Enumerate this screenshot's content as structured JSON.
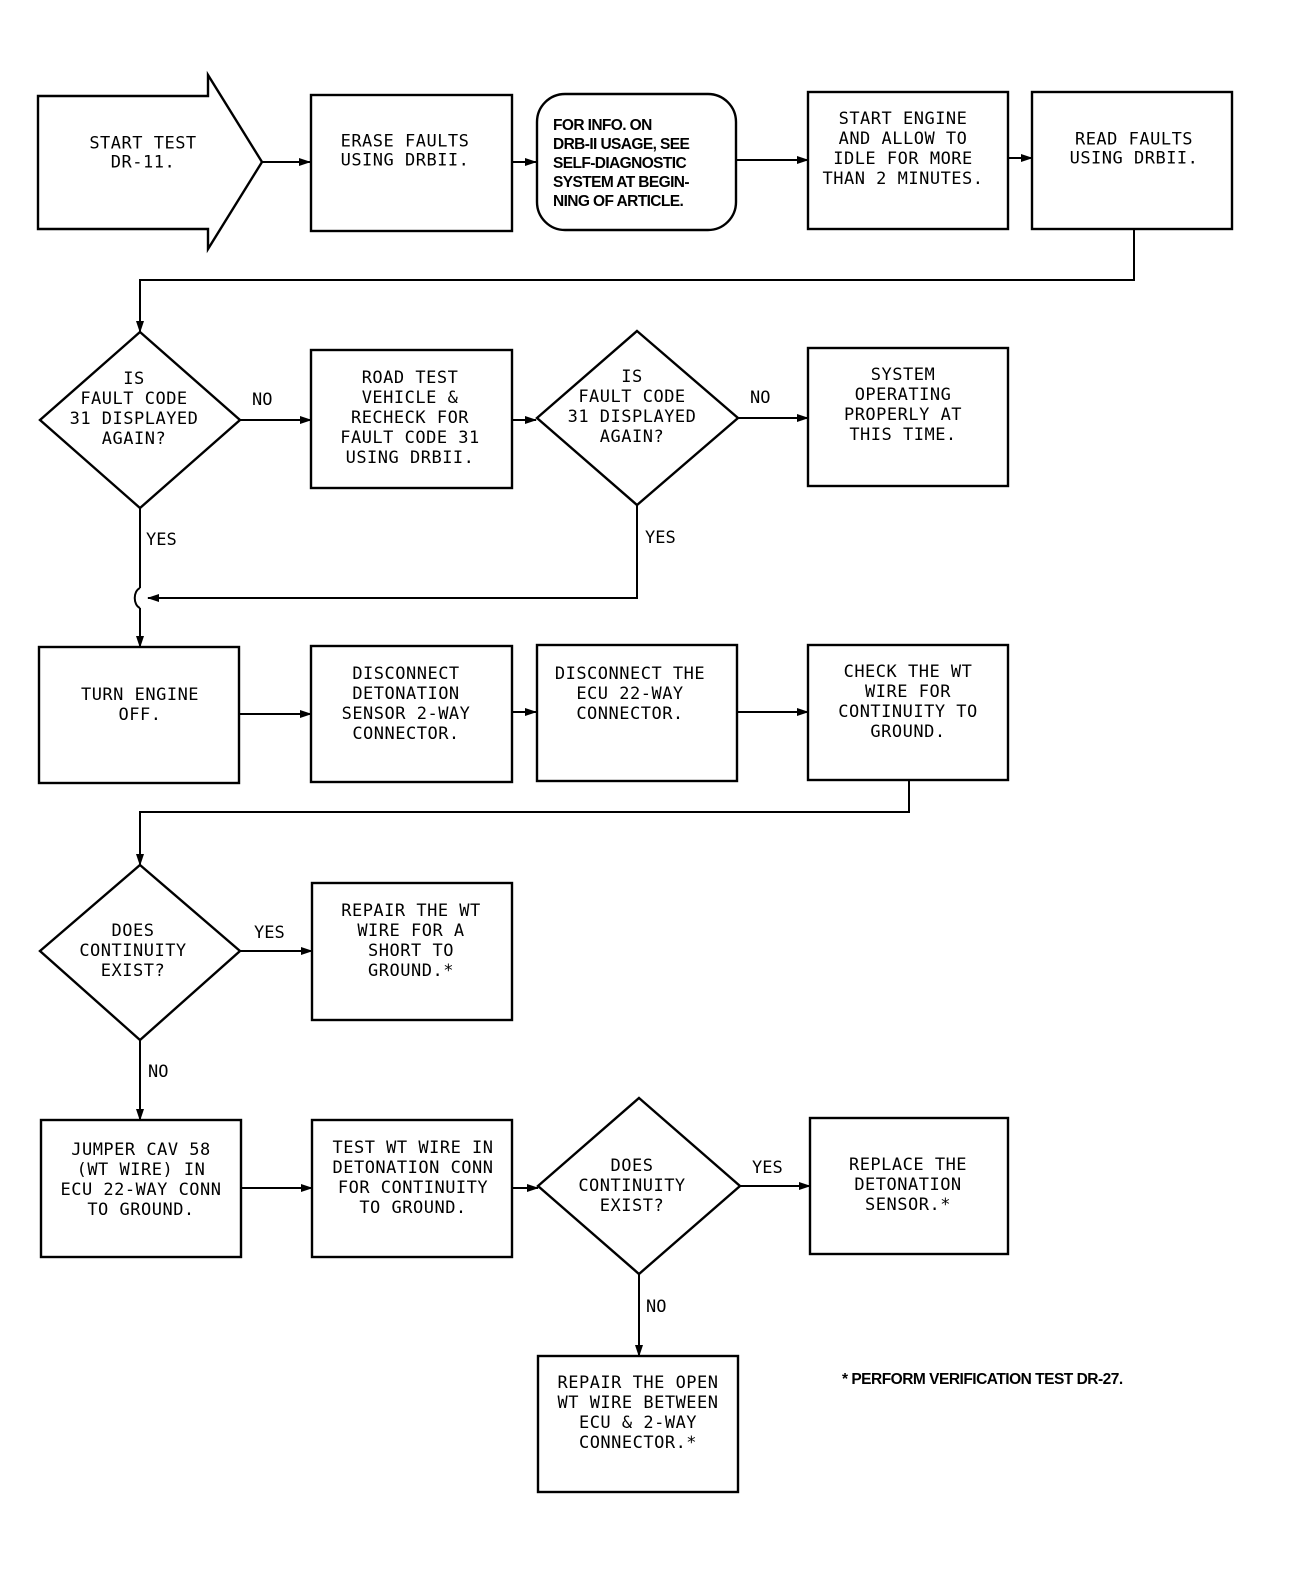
{
  "nodes": {
    "start": [
      "START TEST",
      "DR-11."
    ],
    "erase": [
      "ERASE FAULTS",
      "USING DRBII."
    ],
    "info": [
      "FOR INFO. ON",
      "DRB-II USAGE, SEE",
      "SELF-DIAGNOSTIC",
      "SYSTEM AT BEGIN-",
      "NING OF ARTICLE."
    ],
    "start_engine": [
      "START ENGINE",
      "AND ALLOW TO",
      "IDLE FOR MORE",
      "THAN 2 MINUTES."
    ],
    "read_faults": [
      "READ FAULTS",
      "USING DRBII."
    ],
    "q_fault_31_a": [
      "IS",
      "FAULT CODE",
      "31 DISPLAYED",
      "AGAIN?"
    ],
    "road_test": [
      "ROAD TEST",
      "VEHICLE &",
      "RECHECK FOR",
      "FAULT CODE 31",
      "USING DRBII."
    ],
    "q_fault_31_b": [
      "IS",
      "FAULT CODE",
      "31 DISPLAYED",
      "AGAIN?"
    ],
    "system_ok": [
      "SYSTEM",
      "OPERATING",
      "PROPERLY AT",
      "THIS TIME."
    ],
    "turn_off": [
      "TURN ENGINE",
      "OFF."
    ],
    "disconnect_det": [
      "DISCONNECT",
      "DETONATION",
      "SENSOR 2-WAY",
      "CONNECTOR."
    ],
    "disconnect_ecu": [
      "DISCONNECT THE",
      "ECU 22-WAY",
      "CONNECTOR."
    ],
    "check_wt": [
      "CHECK THE WT",
      "WIRE FOR",
      "CONTINUITY TO",
      "GROUND."
    ],
    "q_continuity_a": [
      "DOES",
      "CONTINUITY",
      "EXIST?"
    ],
    "repair_short": [
      "REPAIR THE WT",
      "WIRE FOR A",
      "SHORT TO",
      "GROUND.*"
    ],
    "jumper": [
      "JUMPER CAV 58",
      "(WT WIRE) IN",
      "ECU 22-WAY CONN",
      "TO GROUND."
    ],
    "test_wt": [
      "TEST WT WIRE IN",
      "DETONATION CONN",
      "FOR CONTINUITY",
      "TO GROUND."
    ],
    "q_continuity_b": [
      "DOES",
      "CONTINUITY",
      "EXIST?"
    ],
    "replace_sensor": [
      "REPLACE THE",
      "DETONATION",
      "SENSOR.*"
    ],
    "repair_open": [
      "REPAIR THE OPEN",
      "WT WIRE BETWEEN",
      "ECU & 2-WAY",
      "CONNECTOR.*"
    ]
  },
  "edge_labels": {
    "no": "NO",
    "yes": "YES"
  },
  "footnote": "* PERFORM VERIFICATION TEST DR-27."
}
